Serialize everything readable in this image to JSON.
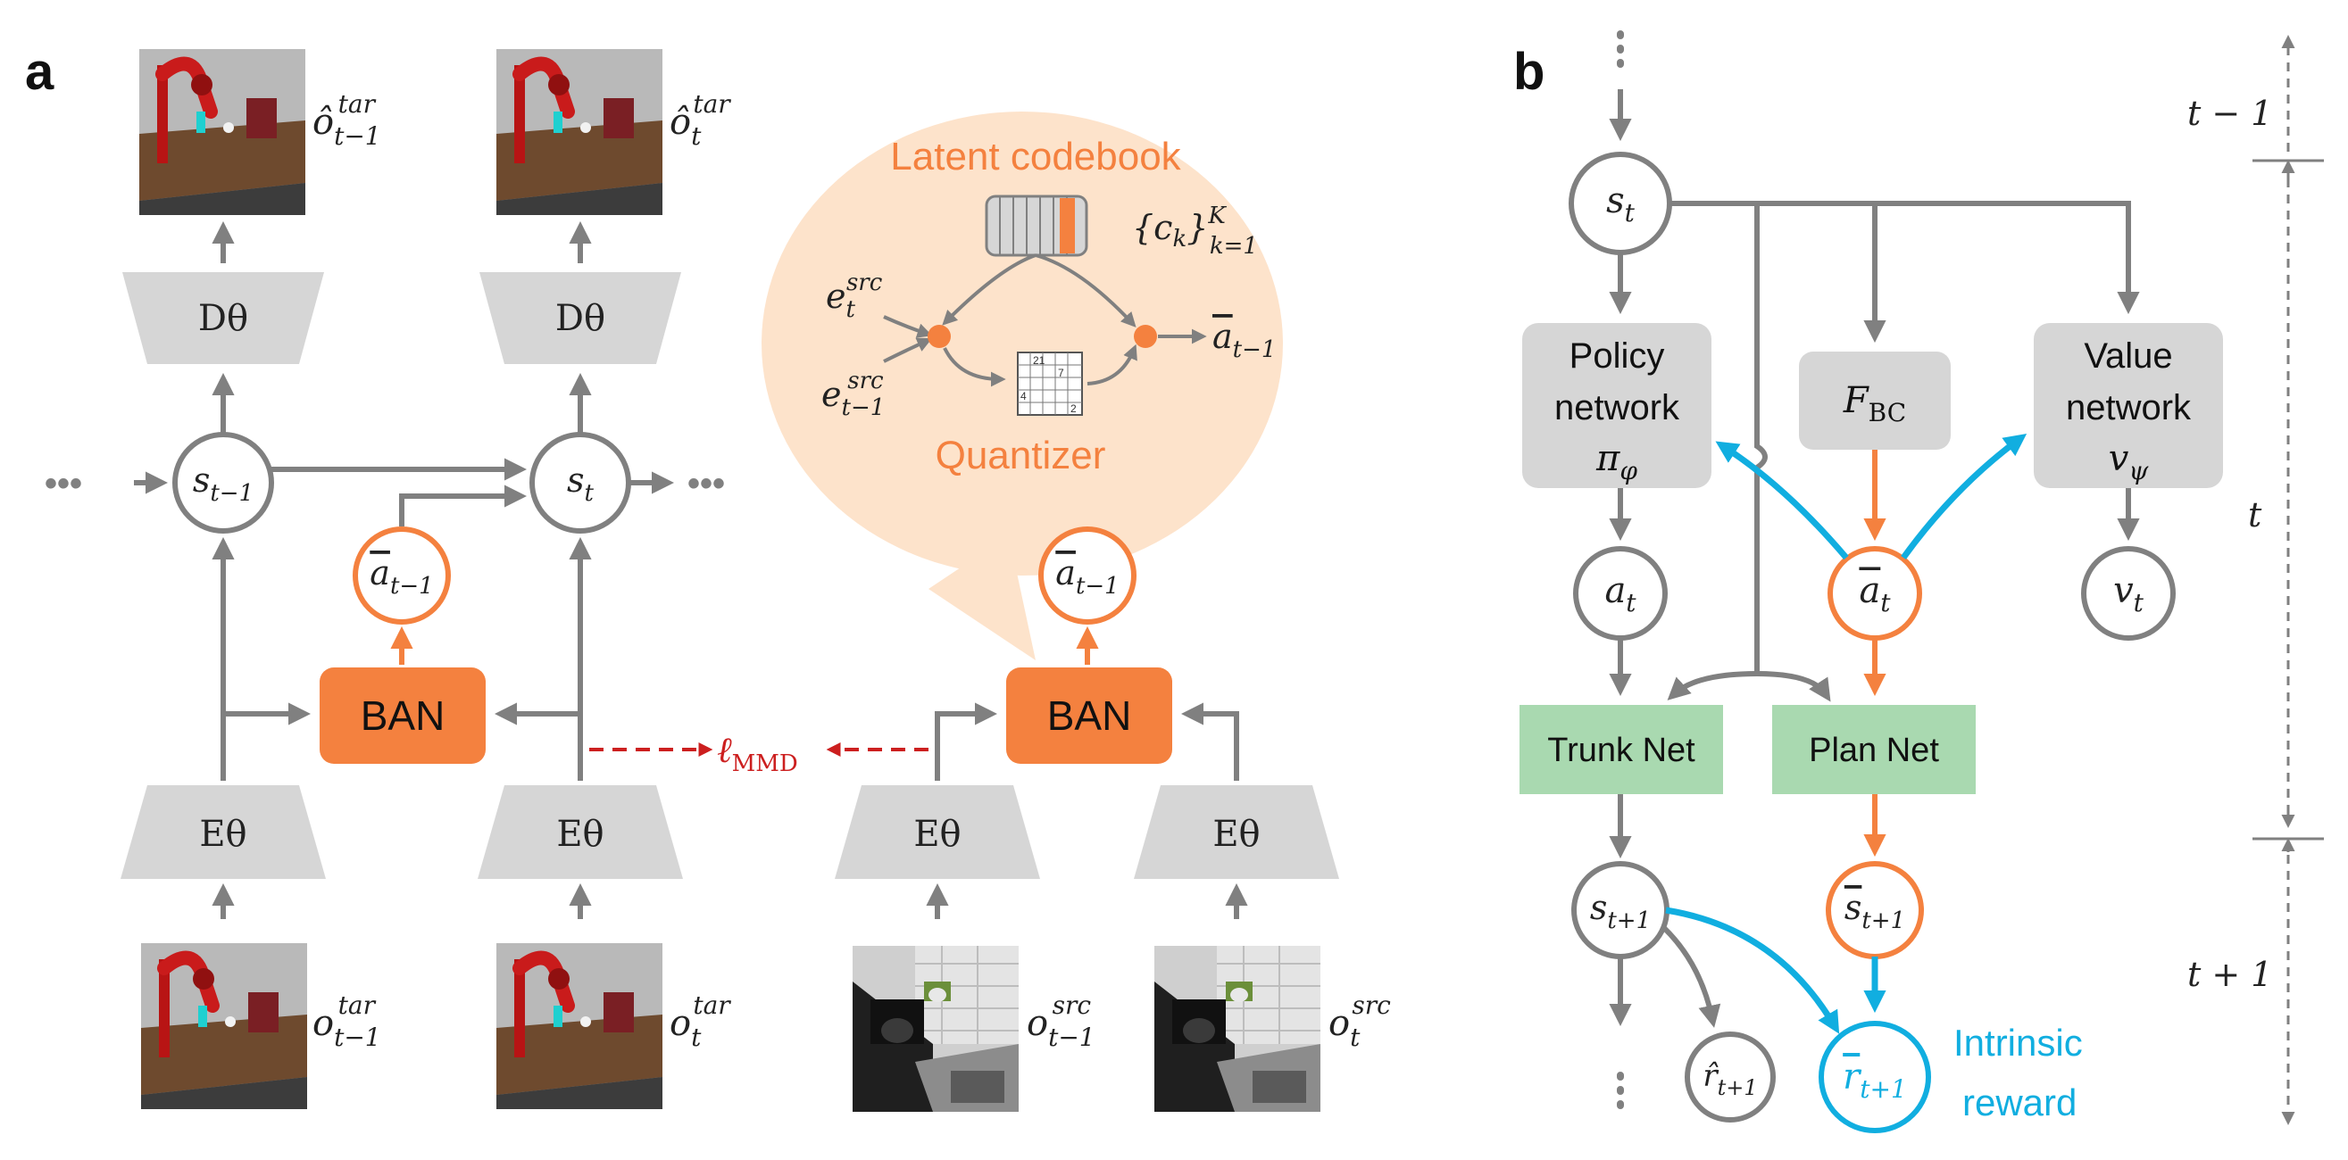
{
  "panel_a": {
    "label": "a",
    "decoder_label": "Dθ",
    "encoder_label": "Eθ",
    "ban_label": "BAN",
    "mmd_label": "ℓMMD",
    "state_prev": "st−1",
    "state_curr": "st",
    "action_label": "āt−1",
    "ellipsis": "•••",
    "obs_pred_prev": "ôt−1tar",
    "obs_pred_curr": "ôttar",
    "obs_tar_prev": "ot−1tar",
    "obs_tar_curr": "ottar",
    "obs_src_prev": "ot−1src",
    "obs_src_curr": "otsrc",
    "bubble_title": "Latent codebook",
    "bubble_codebook": "{ck}Kk=1",
    "bubble_embed_t": "etsrc",
    "bubble_embed_t1": "et−1src",
    "bubble_output": "āt−1",
    "bubble_quantizer": "Quantizer",
    "grid_numbers": [
      "21",
      "7",
      "4",
      "2"
    ]
  },
  "panel_b": {
    "label": "b",
    "state_t": "st",
    "state_t1": "st+1",
    "policy": [
      "Policy",
      "network",
      "πφ"
    ],
    "value": [
      "Value",
      "network",
      "vψ"
    ],
    "fbc": "FBC",
    "action_t": "at",
    "action_bar_t": "āt",
    "value_t": "vt",
    "trunk": "Trunk Net",
    "plan": "Plan Net",
    "state_bar_t1": "s̄t+1",
    "reward_hat": "r̂t+1",
    "reward_bar": "r̄t+1",
    "intrinsic": [
      "Intrinsic",
      "reward"
    ],
    "time_prev": "t − 1",
    "time_curr": "t",
    "time_next": "t + 1"
  },
  "colors": {
    "gray": "#808080",
    "box_gray": "#d6d6d6",
    "orange": "#f4813f",
    "bubble": "#fde3cb",
    "green": "#a9d9b0",
    "blue": "#11aee0",
    "red": "#cc1f1f"
  }
}
